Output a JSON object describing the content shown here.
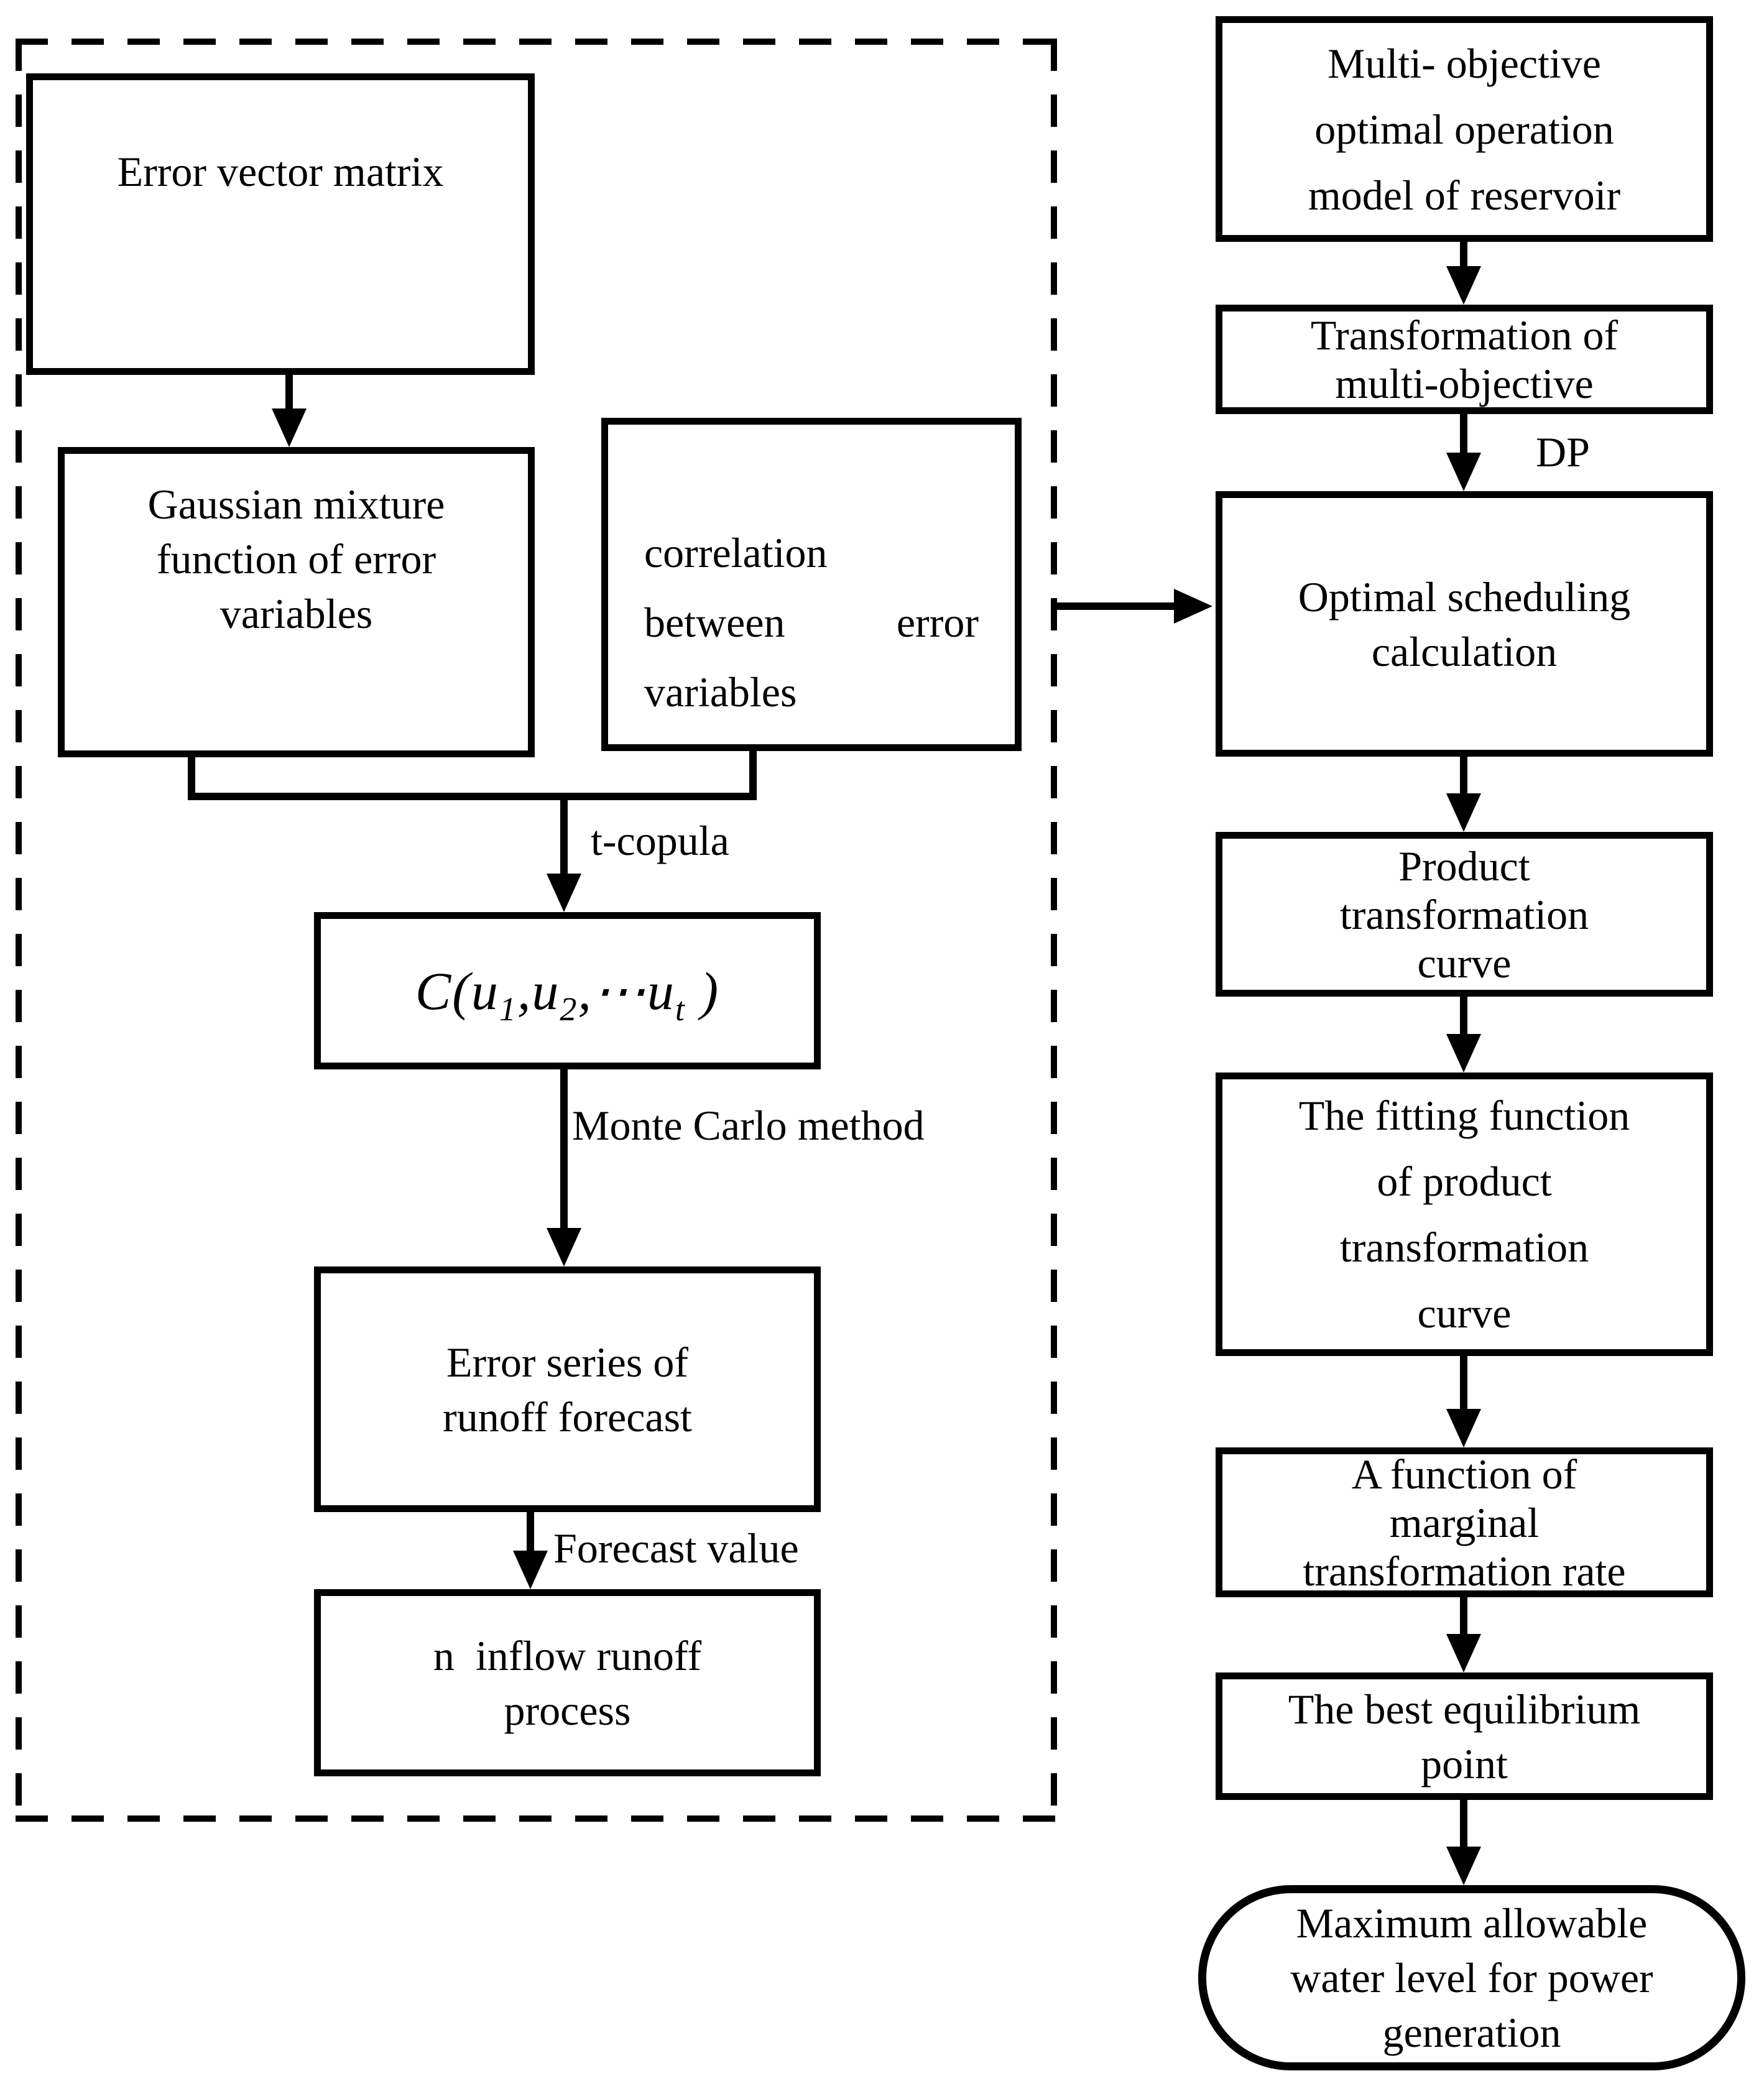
{
  "nodes": {
    "error_vector": {
      "line1": "Error vector matrix"
    },
    "gaussian": {
      "line1": "Gaussian mixture",
      "line2": "function of error",
      "line3": "variables"
    },
    "correlation": {
      "line1": "correlation",
      "line2_left": "between",
      "line2_right": "error",
      "line3": "variables"
    },
    "copula": {
      "pre": "C(u",
      "sub1": "1",
      "mid1": ",u",
      "sub2": "2",
      "mid2": ",⋯u",
      "sub3": "t",
      "post": " )"
    },
    "error_series": {
      "line1": "Error series of",
      "line2": "runoff forecast"
    },
    "inflow": {
      "line1": "n  inflow runoff",
      "line2": "process"
    },
    "multi_objective_model": {
      "line1": "Multi- objective",
      "line2": "optimal operation",
      "line3": "model of reservoir"
    },
    "transformation": {
      "line1": "Transformation of",
      "line2": "multi-objective"
    },
    "optimal_scheduling": {
      "line1": "Optimal scheduling",
      "line2": "calculation"
    },
    "product_curve": {
      "line1": "Product",
      "line2": "transformation",
      "line3": "curve"
    },
    "fitting_function": {
      "line1": "The fitting function",
      "line2": "of product",
      "line3": "transformation",
      "line4": "curve"
    },
    "marginal_rate": {
      "line1": "A function of",
      "line2": "marginal",
      "line3": "transformation rate"
    },
    "best_equilibrium": {
      "line1": "The best equilibrium",
      "line2": "point"
    },
    "max_water_level": {
      "line1": "Maximum allowable",
      "line2": "water level for power",
      "line3": "generation"
    }
  },
  "edge_labels": {
    "t_copula": "t-copula",
    "monte_carlo": "Monte Carlo method",
    "forecast_value": "Forecast value",
    "dp": "DP"
  },
  "colors": {
    "ink": "#000000",
    "background": "#ffffff"
  }
}
